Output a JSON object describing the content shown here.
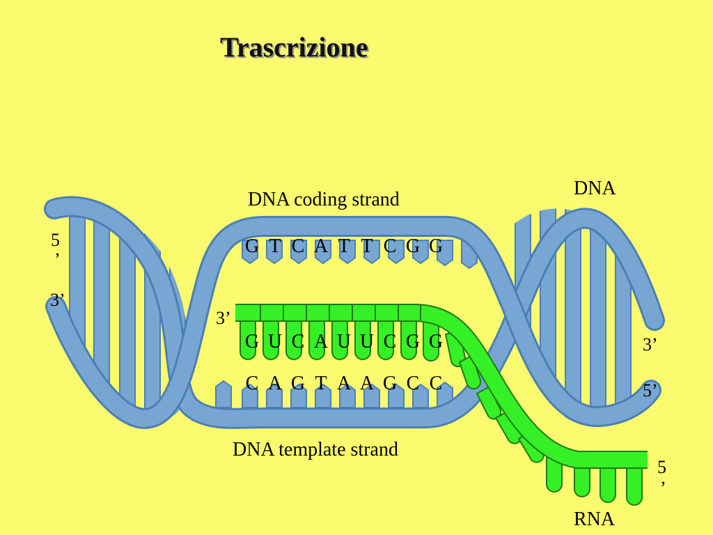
{
  "title": "Trascrizione",
  "labels": {
    "dna": "DNA",
    "coding_strand": "DNA coding strand",
    "template_strand": "DNA template strand",
    "rna": "RNA"
  },
  "ends": {
    "left_top": "5",
    "left_top_prime": "’",
    "left_bottom": "3’",
    "rna_start": "3’",
    "right_top": "3’",
    "right_bottom": "5’",
    "rna_end": "5",
    "rna_end_prime": "’"
  },
  "sequences": {
    "coding": [
      "G",
      "T",
      "C",
      "A",
      "T",
      "T",
      "C",
      "G",
      "G"
    ],
    "rna": [
      "G",
      "U",
      "C",
      "A",
      "U",
      "U",
      "C",
      "G",
      "G"
    ],
    "template": [
      "C",
      "A",
      "G",
      "T",
      "A",
      "A",
      "G",
      "C",
      "C"
    ]
  },
  "colors": {
    "background": "#fafa6e",
    "dna_strand": "#78a6d2",
    "dna_strand_dark": "#4b7fb4",
    "rna": "#35f025",
    "rna_outline": "#1e7b14"
  }
}
